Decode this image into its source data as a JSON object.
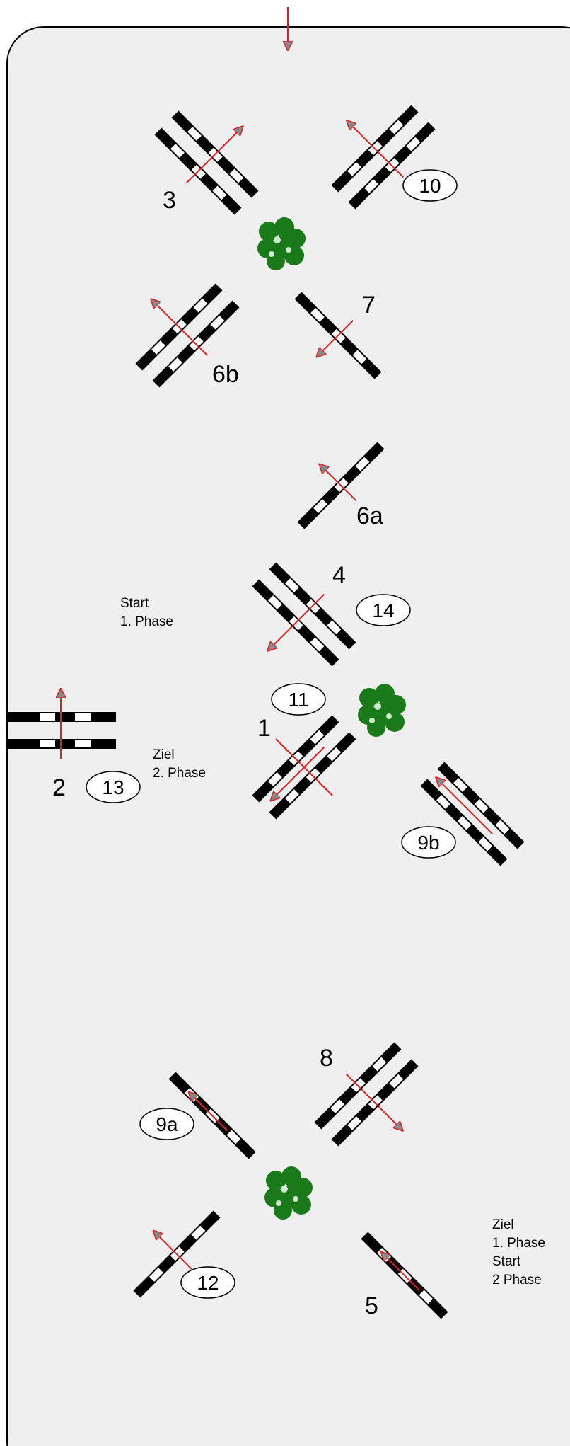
{
  "course": {
    "obstacle_numbers": [
      "3",
      "7",
      "6b",
      "6a",
      "4",
      "1",
      "2",
      "8",
      "5"
    ],
    "circled_numbers": [
      "10",
      "14",
      "11",
      "13",
      "9b",
      "9a",
      "12"
    ],
    "notes": {
      "start_phase1": [
        "Start",
        "1. Phase"
      ],
      "ziel_phase2": [
        "Ziel",
        "2. Phase"
      ],
      "ziel_phase1_start_phase2": [
        "Ziel",
        "1. Phase",
        "Start",
        "2 Phase"
      ]
    }
  },
  "colors": {
    "arena_fill": "#efefef",
    "pole_black": "#000000",
    "pole_white": "#ffffff",
    "arrow_red": "#e02020",
    "arrowhead_fill": "#888888",
    "tree_green": "#1a7a1a"
  },
  "icons": [
    "jump-obstacle-icon",
    "direction-arrow-icon",
    "tree-icon",
    "entry-arrow-icon"
  ]
}
